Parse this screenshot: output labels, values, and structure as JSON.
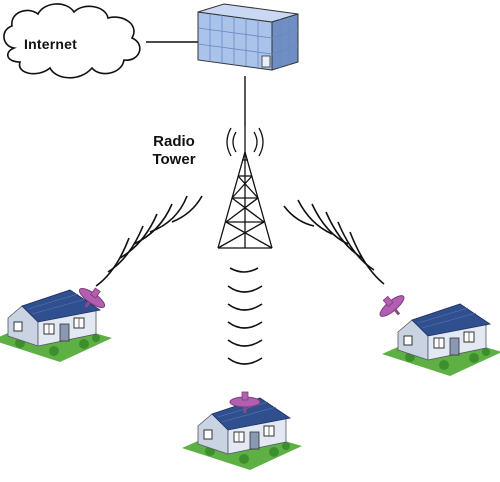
{
  "labels": {
    "internet": "Internet",
    "radio_tower_line1": "Radio",
    "radio_tower_line2": "Tower"
  },
  "colors": {
    "building_front": "#a9c3ea",
    "building_side": "#6f8fc4",
    "roof": "#2f4f8f",
    "house_wall": "#e3e9f2",
    "dish": "#b25fb2",
    "lawn": "#5fb044",
    "signal_arcs": "#000000"
  },
  "icons": [
    "cloud-icon",
    "data-center-icon",
    "radio-tower-icon",
    "house-icon",
    "satellite-dish-icon",
    "signal-waves-icon"
  ]
}
